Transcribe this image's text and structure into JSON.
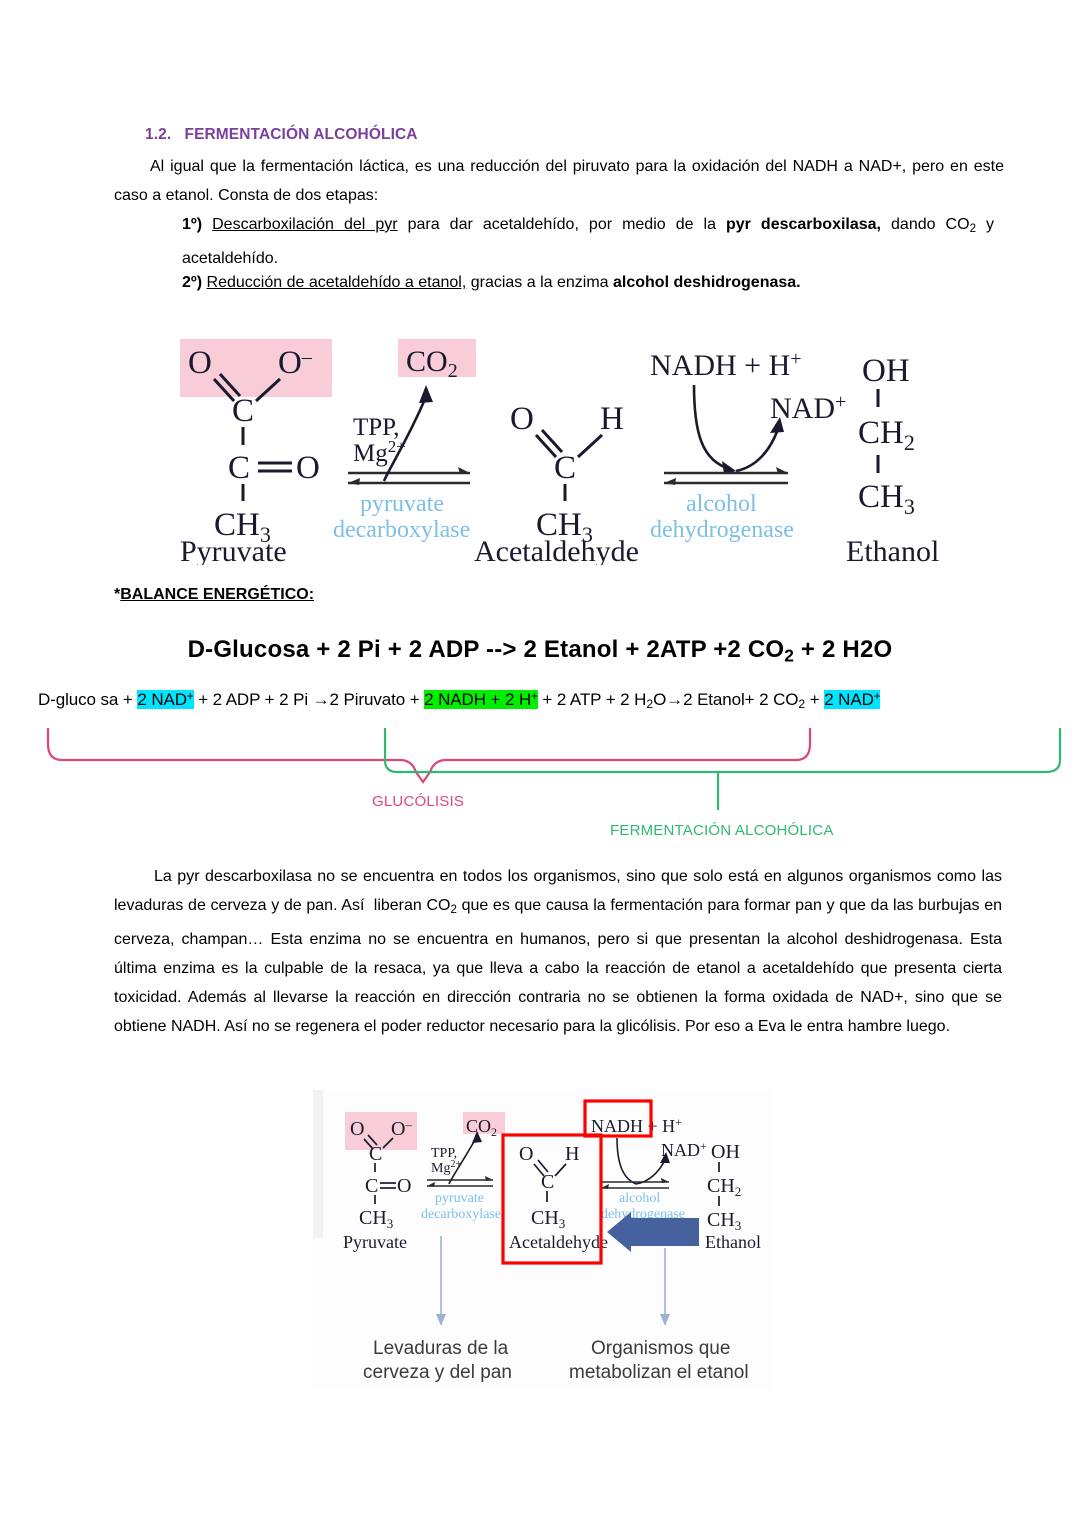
{
  "heading": {
    "number": "1.2.",
    "title": "FERMENTACIÓN ALCOHÓLICA",
    "color": "#7b3f9e"
  },
  "intro_paragraph": "Al igual que la fermentación láctica, es una reducción del piruvato para la oxidación del NADH a NAD+, pero en este caso a etanol. Consta de dos etapas:",
  "steps": [
    {
      "label": "1º)",
      "underlined": "Descarboxilación del pyr",
      "middle": " para dar acetaldehído, por medio de la ",
      "bold": "pyr descarboxilasa,",
      "tail": " dando CO2 y acetaldehído."
    },
    {
      "label": "2º)",
      "underlined": "Reducción de acetaldehído a etanol,",
      "middle": " gracias a la enzima ",
      "bold": "alcohol deshidrogenasa.",
      "tail": ""
    }
  ],
  "figure_top": {
    "caption_left": "Pyruvate",
    "caption_mid": "Acetaldehyde",
    "caption_right": "Ethanol",
    "cofactor_left_1": "TPP,",
    "cofactor_left_2": "Mg",
    "cofactor_left_2_sup": "2+",
    "enzyme_left_1": "pyruvate",
    "enzyme_left_2": "decarboxylase",
    "enzyme_right_1": "alcohol",
    "enzyme_right_2": "dehydrogenase",
    "product_co2": "CO",
    "product_co2_sub": "2",
    "reactant_nadh": "NADH + H",
    "reactant_nadh_sup": "+",
    "product_nad": "NAD",
    "product_nad_sup": "+",
    "atoms": {
      "o": "O",
      "o_minus": "O",
      "o_minus_sup": "−",
      "c": "C",
      "ch3": "CH",
      "ch3_sub": "3",
      "ch2_sub": "2",
      "ch2": "CH",
      "h": "H",
      "oh": "OH"
    },
    "highlight_pink": "#f8cdd8"
  },
  "balance": {
    "title_marker": "*",
    "title": "BALANCE ENERGÉTICO:",
    "main_equation": "D-Glucosa + 2 Pi + 2 ADP --> 2 Etanol + 2ATP +2 CO2 + 2 H2O"
  },
  "detailed_equation": {
    "segments": [
      {
        "text": "D-gluco sa + ",
        "highlight": "none"
      },
      {
        "text": "2 NAD+",
        "highlight": "cyan"
      },
      {
        "text": " + 2 ADP + 2 Pi →2 Piruvato + ",
        "highlight": "none"
      },
      {
        "text": "2 NADH + 2 H+",
        "highlight": "green"
      },
      {
        "text": " + 2 ATP + 2 H2O→2 Etanol+ 2 CO2 + ",
        "highlight": "none"
      },
      {
        "text": "2 NAD+",
        "highlight": "cyan"
      }
    ],
    "colors": {
      "cyan": "#00e5ff",
      "green": "#00ef00"
    }
  },
  "brackets": {
    "glucolisis_label": "GLUCÓLISIS",
    "glucolisis_color": "#e0457b",
    "fermentacion_label": "FERMENTACIÓN ALCOHÓLICA",
    "fermentacion_color": "#2eb872"
  },
  "tail_paragraph": "La pyr descarboxilasa no se encuentra en todos los organismos, sino que solo está en algunos organismos como las levaduras de cerveza y de pan. Así  liberan CO2 que es que causa la fermentación para formar pan y que da las burbujas en cerveza, champan… Esta enzima no se encuentra en humanos, pero si que presentan la alcohol deshidrogenasa. Esta última enzima es la culpable de la resaca, ya que lleva a cabo la reacción de etanol a acetaldehído que presenta cierta toxicidad. Además al llevarse la reacción en dirección contraria no se obtienen la forma oxidada de NAD+, sino que se obtiene NADH. Así no se regenera el poder reductor necesario para la glicólisis. Por eso a Eva le entra hambre luego.",
  "figure_bottom": {
    "caption_left": "Pyruvate",
    "caption_mid": "Acetaldehyde",
    "caption_right": "Ethanol",
    "annotation_left_1": "Levaduras de la",
    "annotation_left_2": "cerveza y del pan",
    "annotation_right_1": "Organismos que",
    "annotation_right_2": "metabolizan el etanol",
    "highlight_box_color": "#ff0000",
    "arrow_color": "#46629e"
  }
}
